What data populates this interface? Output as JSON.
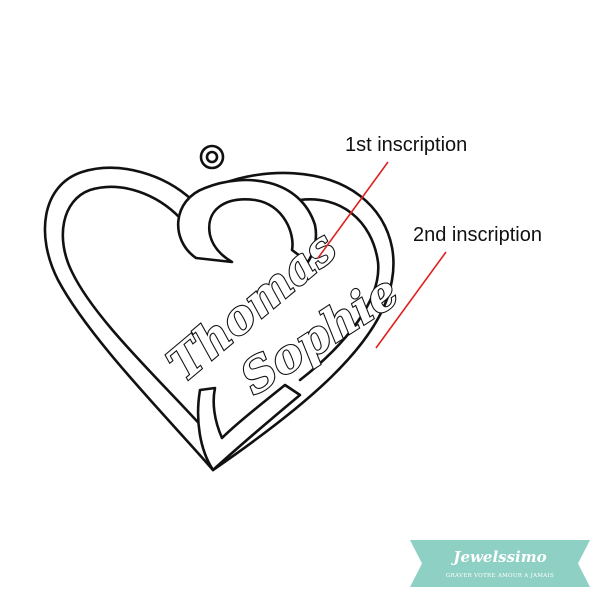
{
  "pendant": {
    "inscription_1": {
      "text": "Thomas"
    },
    "inscription_2": {
      "text": "Sophie"
    }
  },
  "callouts": [
    {
      "label": "1st inscription"
    },
    {
      "label": "2nd inscription"
    }
  ],
  "brand": {
    "name": "Jewelssimo",
    "tagline": "GRAVER VOTRE AMOUR A JAMAIS"
  },
  "colors": {
    "outline": "#111111",
    "callout_line": "#e02020",
    "brand_ribbon": "#8ed0c4"
  }
}
